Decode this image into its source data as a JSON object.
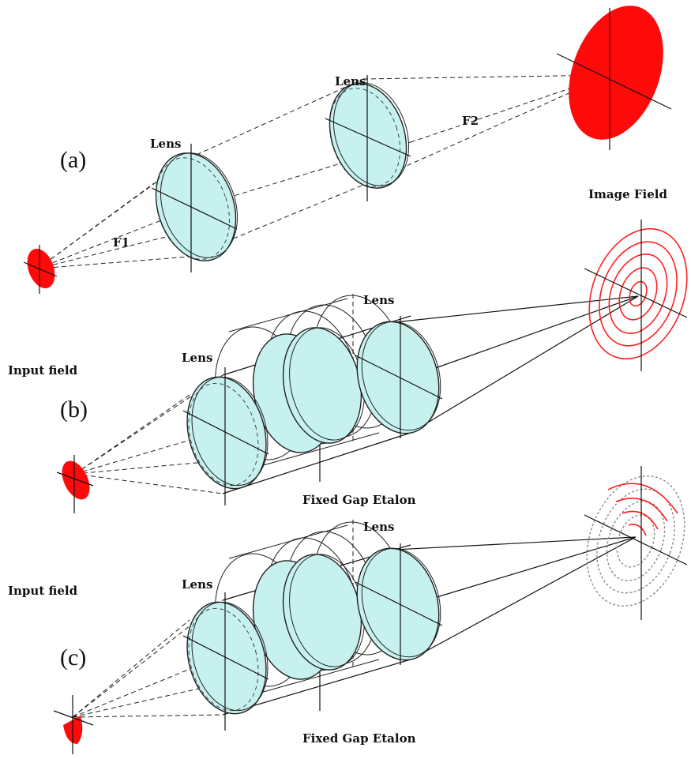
{
  "panels": [
    {
      "id": "a",
      "label": "(a)",
      "lens_left_label": "Lens",
      "lens_right_label": "Lens",
      "focal_left_label": "F1",
      "focal_right_label": "F2",
      "image_label": "Image Field"
    },
    {
      "id": "b",
      "label": "(b)",
      "input_label": "Input field",
      "lens_left_label": "Lens",
      "lens_right_label": "Lens",
      "etalon_label": "Fixed Gap Etalon"
    },
    {
      "id": "c",
      "label": "(c)",
      "input_label": "Input field",
      "lens_left_label": "Lens",
      "lens_right_label": "Lens",
      "etalon_label": "Fixed Gap Etalon"
    }
  ],
  "colors": {
    "field": "#ff0a0a",
    "lens": "#c6f1ef",
    "ring_bright": "#ff2020",
    "ring_dim": "#8a8a8a"
  }
}
